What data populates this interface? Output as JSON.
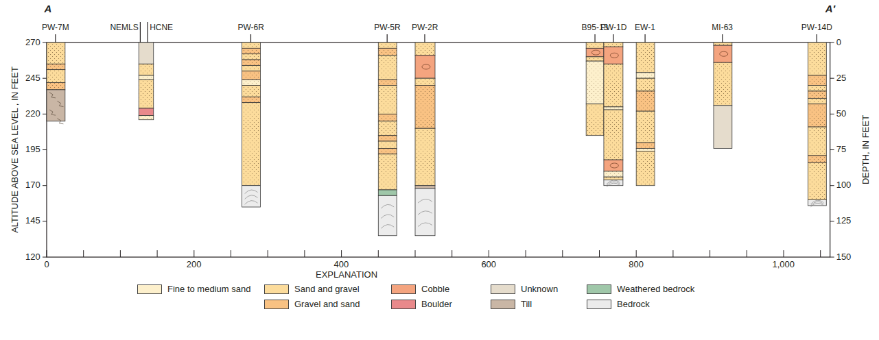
{
  "diagram": {
    "nodes": [
      {
        "text": [
          "PW-7M"
        ]
      },
      {
        "text": [
          "NEMLS"
        ]
      },
      {
        "text": [
          "HCNE"
        ]
      },
      {
        "text": [
          "PW-6R"
        ]
      },
      {
        "text": [
          "PW-5R"
        ]
      },
      {
        "text": [
          "PW-2R"
        ]
      },
      {
        "text": [
          "B95-13"
        ]
      },
      {
        "text": [
          "PW-1D"
        ]
      },
      {
        "text": [
          "EW-1"
        ]
      },
      {
        "text": [
          "MI-63"
        ]
      },
      {
        "text": [
          "PW-14D"
        ]
      }
    ],
    "labels": [
      "A",
      "A′",
      "270",
      "245",
      "220",
      "195",
      "170",
      "145",
      "120",
      "0",
      "25",
      "50",
      "75",
      "100",
      "125",
      "150",
      "0",
      "200",
      "400",
      "600",
      "800",
      "1,000",
      "ALTITUDE ABOVE SEA LEVEL , IN FEET",
      "DEPTH, IN FEET",
      "EXPLANATION"
    ],
    "legend": [
      {
        "text": "Fine to medium sand",
        "color": "#fdf0cc"
      },
      {
        "text": "Sand and gravel",
        "color": "#fcdc9c"
      },
      {
        "text": "Cobble",
        "color": "#f4a47f"
      },
      {
        "text": "Unknown",
        "color": "#e5dccc"
      },
      {
        "text": "Weathered bedrock",
        "color": "#9fc7a9"
      },
      {
        "text": "Gravel and sand",
        "color": "#f9c283"
      },
      {
        "text": "Boulder",
        "color": "#e9898b"
      },
      {
        "text": "Till",
        "color": "#c9b6a5"
      },
      {
        "text": "Bedrock",
        "color": "#ececec"
      }
    ]
  }
}
